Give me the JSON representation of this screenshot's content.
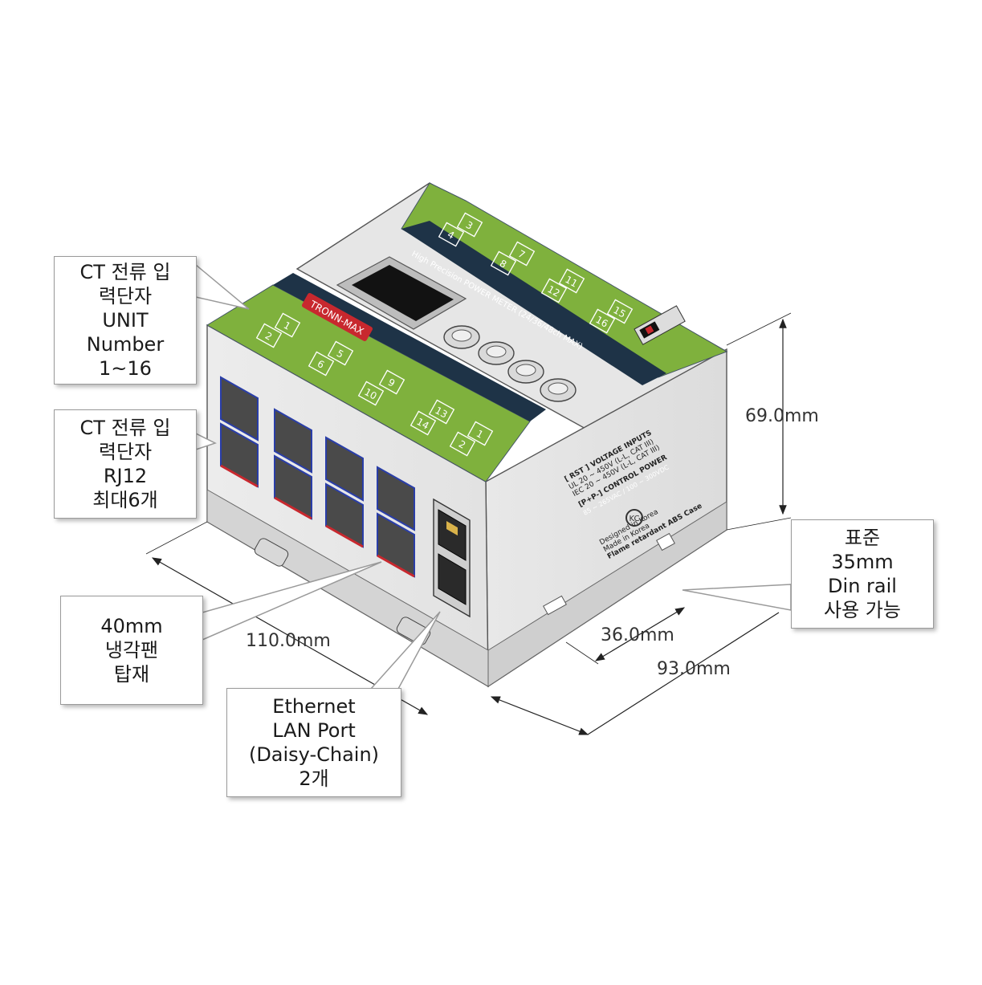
{
  "device": {
    "brand_label": "TRONN-MAX",
    "subtitle": "High Precision POWER METER (24/36/48ch MAX)",
    "ct_numbers_front": [
      "1",
      "2",
      "5",
      "6",
      "9",
      "10",
      "13",
      "14",
      "1",
      "2"
    ],
    "ct_numbers_back": [
      "3",
      "4",
      "7",
      "8",
      "11",
      "12",
      "15",
      "16"
    ],
    "side_text": {
      "voltage_title": "[ RST ] VOLTAGE INPUTS",
      "voltage_ul": "UL 20 ~ 450V (L-L, CAT III)",
      "voltage_iec": "IEC 20 ~ 450V (L-L, CAT III)",
      "control_title": "[P+P-] CONTROL POWER",
      "control_range": "85 ~ 265VAC / 100 ~ 300VDC",
      "designed": "Designed in Korea",
      "made": "Made in Korea",
      "case": "Flame retardant ABS Case"
    }
  },
  "callouts": {
    "unit_number": [
      "CT 전류 입",
      "력단자",
      "UNIT",
      "Number",
      "1~16"
    ],
    "rj12": [
      "CT 전류 입",
      "력단자",
      "RJ12",
      "최대6개"
    ],
    "fan": [
      "40mm",
      "냉각팬",
      "탑재"
    ],
    "ethernet": [
      "Ethernet",
      "LAN Port",
      "(Daisy-Chain)",
      "2개"
    ],
    "din_rail": [
      "표준",
      "35mm",
      "Din rail",
      "사용 가능"
    ]
  },
  "dimensions": {
    "height": "69.0mm",
    "length": "110.0mm",
    "rail": "36.0mm",
    "depth": "93.0mm"
  },
  "colors": {
    "panel_green": "#7fb13d",
    "band_navy": "#1e3347",
    "case_gray": "#e4e4e4",
    "brand_red": "#c8282e"
  }
}
